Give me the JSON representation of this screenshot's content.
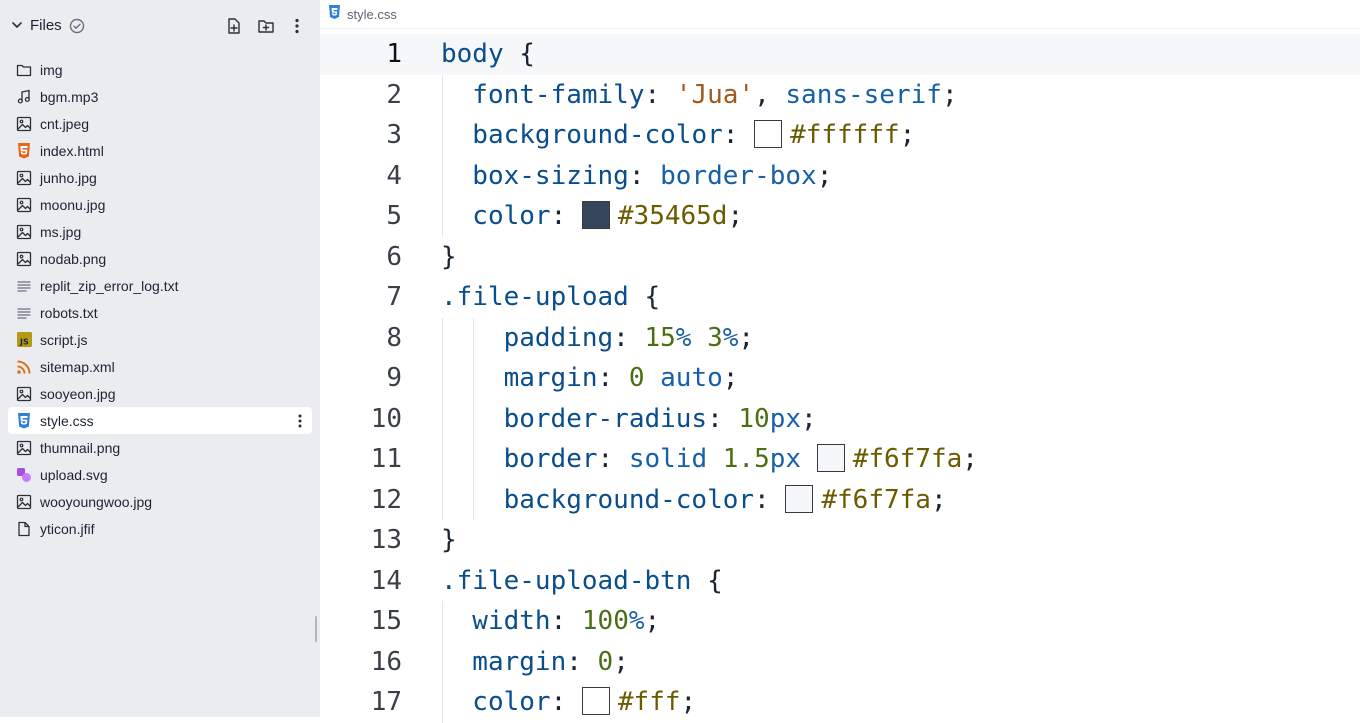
{
  "sidebar": {
    "title": "Files",
    "files": [
      {
        "name": "img",
        "icon": "folder-icon"
      },
      {
        "name": "bgm.mp3",
        "icon": "music-note-icon"
      },
      {
        "name": "cnt.jpeg",
        "icon": "image-icon"
      },
      {
        "name": "index.html",
        "icon": "html5-icon"
      },
      {
        "name": "junho.jpg",
        "icon": "image-icon"
      },
      {
        "name": "moonu.jpg",
        "icon": "image-icon"
      },
      {
        "name": "ms.jpg",
        "icon": "image-icon"
      },
      {
        "name": "nodab.png",
        "icon": "image-icon"
      },
      {
        "name": "replit_zip_error_log.txt",
        "icon": "text-file-icon"
      },
      {
        "name": "robots.txt",
        "icon": "text-file-icon"
      },
      {
        "name": "script.js",
        "icon": "javascript-icon"
      },
      {
        "name": "sitemap.xml",
        "icon": "rss-icon"
      },
      {
        "name": "sooyeon.jpg",
        "icon": "image-icon"
      },
      {
        "name": "style.css",
        "icon": "css3-icon",
        "active": true
      },
      {
        "name": "thumnail.png",
        "icon": "image-icon"
      },
      {
        "name": "upload.svg",
        "icon": "svg-shapes-icon"
      },
      {
        "name": "wooyoungwoo.jpg",
        "icon": "image-icon"
      },
      {
        "name": "yticon.jfif",
        "icon": "file-icon"
      }
    ]
  },
  "editor": {
    "tab_label": "style.css",
    "current_line": 1,
    "lines": [
      {
        "n": "1",
        "indent": 0,
        "tokens": [
          [
            "sel",
            "body"
          ],
          [
            "pun",
            " {"
          ]
        ]
      },
      {
        "n": "2",
        "indent": 2,
        "tokens": [
          [
            "prop",
            "font-family"
          ],
          [
            "pun",
            ": "
          ],
          [
            "str",
            "'Jua'"
          ],
          [
            "pun",
            ", "
          ],
          [
            "kw",
            "sans-serif"
          ],
          [
            "pun",
            ";"
          ]
        ]
      },
      {
        "n": "3",
        "indent": 2,
        "tokens": [
          [
            "prop",
            "background-color"
          ],
          [
            "pun",
            ": "
          ],
          [
            "swatch",
            "#ffffff"
          ],
          [
            "hex",
            "#ffffff"
          ],
          [
            "pun",
            ";"
          ]
        ]
      },
      {
        "n": "4",
        "indent": 2,
        "tokens": [
          [
            "prop",
            "box-sizing"
          ],
          [
            "pun",
            ": "
          ],
          [
            "kw",
            "border-box"
          ],
          [
            "pun",
            ";"
          ]
        ]
      },
      {
        "n": "5",
        "indent": 2,
        "tokens": [
          [
            "prop",
            "color"
          ],
          [
            "pun",
            ": "
          ],
          [
            "swatch",
            "#35465d"
          ],
          [
            "hex",
            "#35465d"
          ],
          [
            "pun",
            ";"
          ]
        ]
      },
      {
        "n": "6",
        "indent": 0,
        "tokens": [
          [
            "pun",
            "}"
          ]
        ]
      },
      {
        "n": "7",
        "indent": 0,
        "tokens": [
          [
            "sel",
            ".file-upload"
          ],
          [
            "pun",
            " {"
          ]
        ]
      },
      {
        "n": "8",
        "indent": 4,
        "tokens": [
          [
            "prop",
            "padding"
          ],
          [
            "pun",
            ": "
          ],
          [
            "num",
            "15"
          ],
          [
            "unit",
            "%"
          ],
          [
            "pun",
            " "
          ],
          [
            "num",
            "3"
          ],
          [
            "unit",
            "%"
          ],
          [
            "pun",
            ";"
          ]
        ]
      },
      {
        "n": "9",
        "indent": 4,
        "tokens": [
          [
            "prop",
            "margin"
          ],
          [
            "pun",
            ": "
          ],
          [
            "num",
            "0"
          ],
          [
            "pun",
            " "
          ],
          [
            "kw",
            "auto"
          ],
          [
            "pun",
            ";"
          ]
        ]
      },
      {
        "n": "10",
        "indent": 4,
        "tokens": [
          [
            "prop",
            "border-radius"
          ],
          [
            "pun",
            ": "
          ],
          [
            "num",
            "10"
          ],
          [
            "unit",
            "px"
          ],
          [
            "pun",
            ";"
          ]
        ]
      },
      {
        "n": "11",
        "indent": 4,
        "tokens": [
          [
            "prop",
            "border"
          ],
          [
            "pun",
            ": "
          ],
          [
            "kw",
            "solid"
          ],
          [
            "pun",
            " "
          ],
          [
            "num",
            "1.5"
          ],
          [
            "unit",
            "px"
          ],
          [
            "pun",
            " "
          ],
          [
            "swatch",
            "#f6f7fa"
          ],
          [
            "hex",
            "#f6f7fa"
          ],
          [
            "pun",
            ";"
          ]
        ]
      },
      {
        "n": "12",
        "indent": 4,
        "tokens": [
          [
            "prop",
            "background-color"
          ],
          [
            "pun",
            ": "
          ],
          [
            "swatch",
            "#f6f7fa"
          ],
          [
            "hex",
            "#f6f7fa"
          ],
          [
            "pun",
            ";"
          ]
        ]
      },
      {
        "n": "13",
        "indent": 0,
        "tokens": [
          [
            "pun",
            "}"
          ]
        ]
      },
      {
        "n": "14",
        "indent": 0,
        "tokens": [
          [
            "sel",
            ".file-upload-btn"
          ],
          [
            "pun",
            " {"
          ]
        ]
      },
      {
        "n": "15",
        "indent": 2,
        "tokens": [
          [
            "prop",
            "width"
          ],
          [
            "pun",
            ": "
          ],
          [
            "num",
            "100"
          ],
          [
            "unit",
            "%"
          ],
          [
            "pun",
            ";"
          ]
        ]
      },
      {
        "n": "16",
        "indent": 2,
        "tokens": [
          [
            "prop",
            "margin"
          ],
          [
            "pun",
            ": "
          ],
          [
            "num",
            "0"
          ],
          [
            "pun",
            ";"
          ]
        ]
      },
      {
        "n": "17",
        "indent": 2,
        "tokens": [
          [
            "prop",
            "color"
          ],
          [
            "pun",
            ": "
          ],
          [
            "swatch",
            "#fff"
          ],
          [
            "hex",
            "#fff"
          ],
          [
            "pun",
            ";"
          ]
        ]
      }
    ]
  }
}
